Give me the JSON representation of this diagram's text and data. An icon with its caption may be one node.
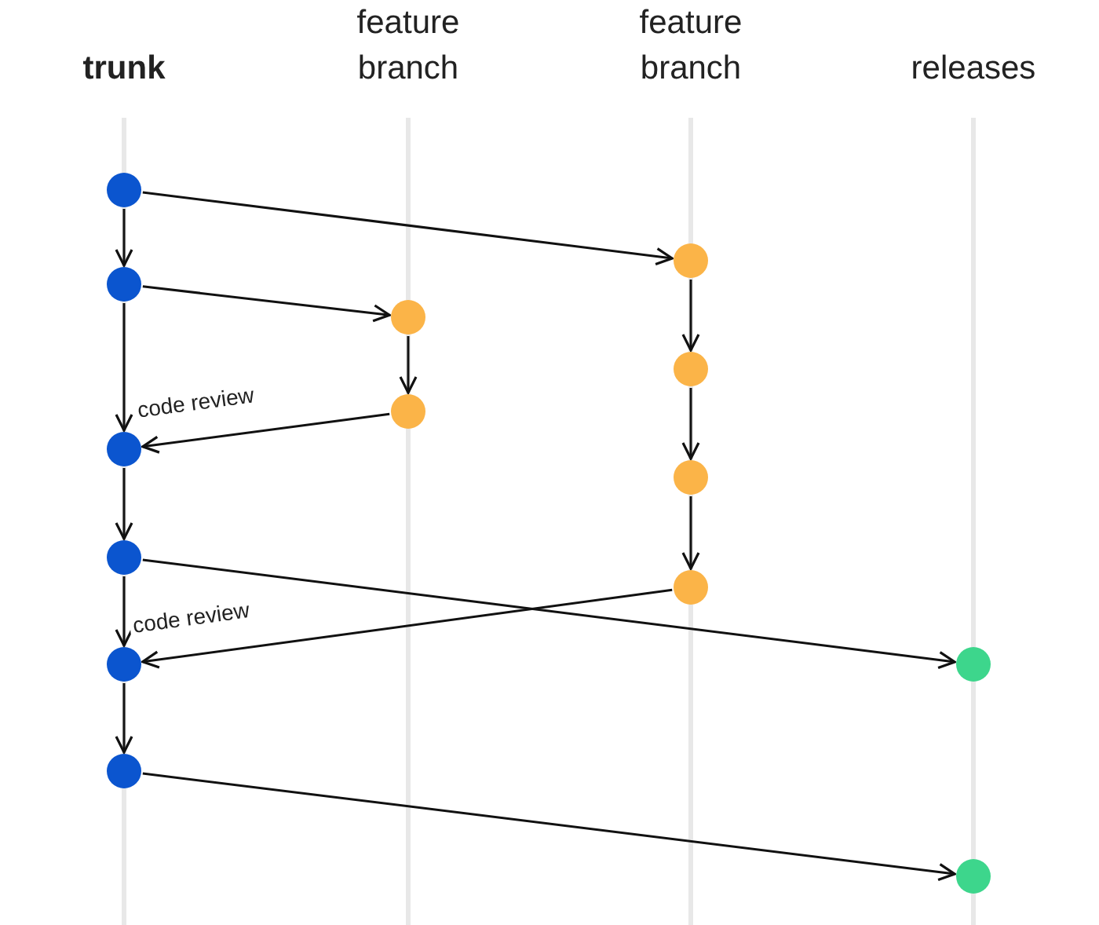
{
  "diagram": {
    "nodes": [
      {
        "text": [],
        "shape": "circle"
      },
      {
        "text": [],
        "shape": "circle"
      },
      {
        "text": [],
        "shape": "circle"
      },
      {
        "text": [],
        "shape": "circle"
      },
      {
        "text": [],
        "shape": "circle"
      },
      {
        "text": [],
        "shape": "circle"
      },
      {
        "text": [],
        "shape": "circle"
      },
      {
        "text": [],
        "shape": "circle"
      },
      {
        "text": [],
        "shape": "circle"
      },
      {
        "text": [],
        "shape": "circle"
      },
      {
        "text": [],
        "shape": "circle"
      },
      {
        "text": [],
        "shape": "circle"
      },
      {
        "text": [],
        "shape": "circle"
      },
      {
        "text": [],
        "shape": "circle"
      }
    ],
    "edges": [
      {
        "from": 0,
        "to": 2,
        "arrow": "to"
      },
      {
        "from": 0,
        "to": 1,
        "arrow": "to"
      },
      {
        "from": 2,
        "to": 3,
        "arrow": "to"
      },
      {
        "from": 3,
        "to": 5,
        "arrow": "to"
      },
      {
        "from": 5,
        "to": 6,
        "arrow": "to",
        "label": "code review"
      },
      {
        "from": 2,
        "to": 6,
        "arrow": "to"
      },
      {
        "from": 6,
        "to": 8,
        "arrow": "to"
      },
      {
        "from": 8,
        "to": 10,
        "arrow": "to"
      },
      {
        "from": 8,
        "to": 11,
        "arrow": "to"
      },
      {
        "from": 1,
        "to": 4,
        "arrow": "to"
      },
      {
        "from": 4,
        "to": 7,
        "arrow": "to"
      },
      {
        "from": 7,
        "to": 9,
        "arrow": "to"
      },
      {
        "from": 9,
        "to": 10,
        "arrow": "to",
        "label": "code review"
      },
      {
        "from": 10,
        "to": 12,
        "arrow": "to"
      },
      {
        "from": 12,
        "to": 13,
        "arrow": "to"
      }
    ],
    "labels": [
      "trunk",
      "feature branch",
      "feature branch",
      "releases"
    ]
  }
}
